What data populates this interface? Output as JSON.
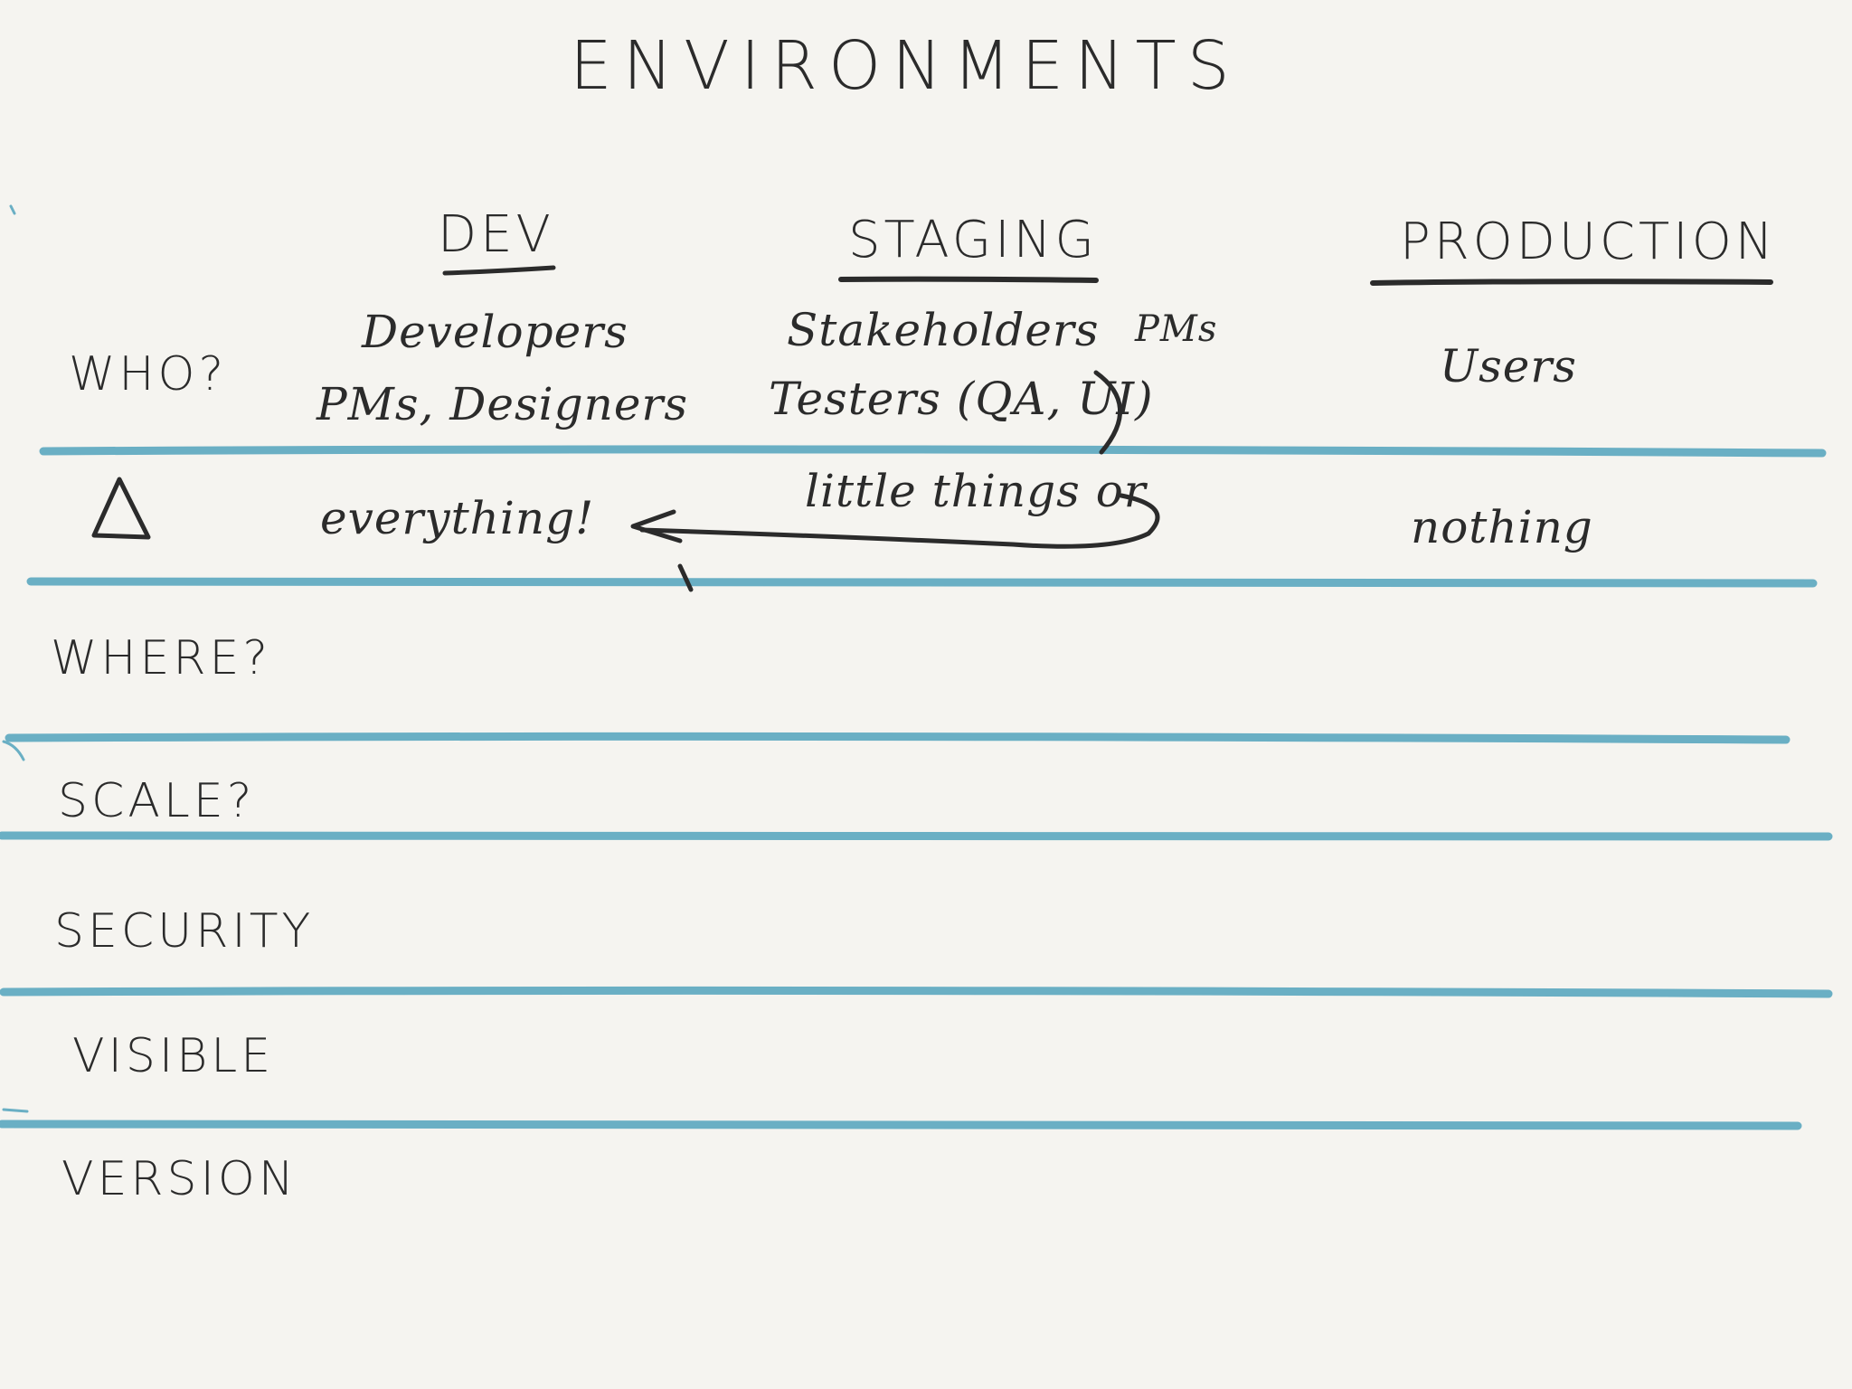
{
  "title": "ENVIRONMENTS",
  "columns": [
    "DEV",
    "STAGING",
    "PRODUCTION"
  ],
  "rows": [
    {
      "label": "WHO?"
    },
    {
      "label": "Δ"
    },
    {
      "label": "WHERE?"
    },
    {
      "label": "SCALE?"
    },
    {
      "label": "SECURITY"
    },
    {
      "label": "VISIBLE"
    },
    {
      "label": "VERSION"
    }
  ],
  "cells": {
    "who_dev_line1": "Developers",
    "who_dev_line2": "PMs, Designers",
    "who_staging_line1": "Stakeholders",
    "who_staging_aside": "PMs",
    "who_staging_line2": "Testers (QA, UI)",
    "who_production": "Users",
    "delta_dev": "everything!",
    "delta_staging": "little things or",
    "delta_production": "nothing"
  },
  "colors": {
    "background": "#f5f4f0",
    "ink": "#2b2b2b",
    "rule": "#6aafc4"
  },
  "icons": {
    "arrow": "curved-arrow-left-icon"
  }
}
